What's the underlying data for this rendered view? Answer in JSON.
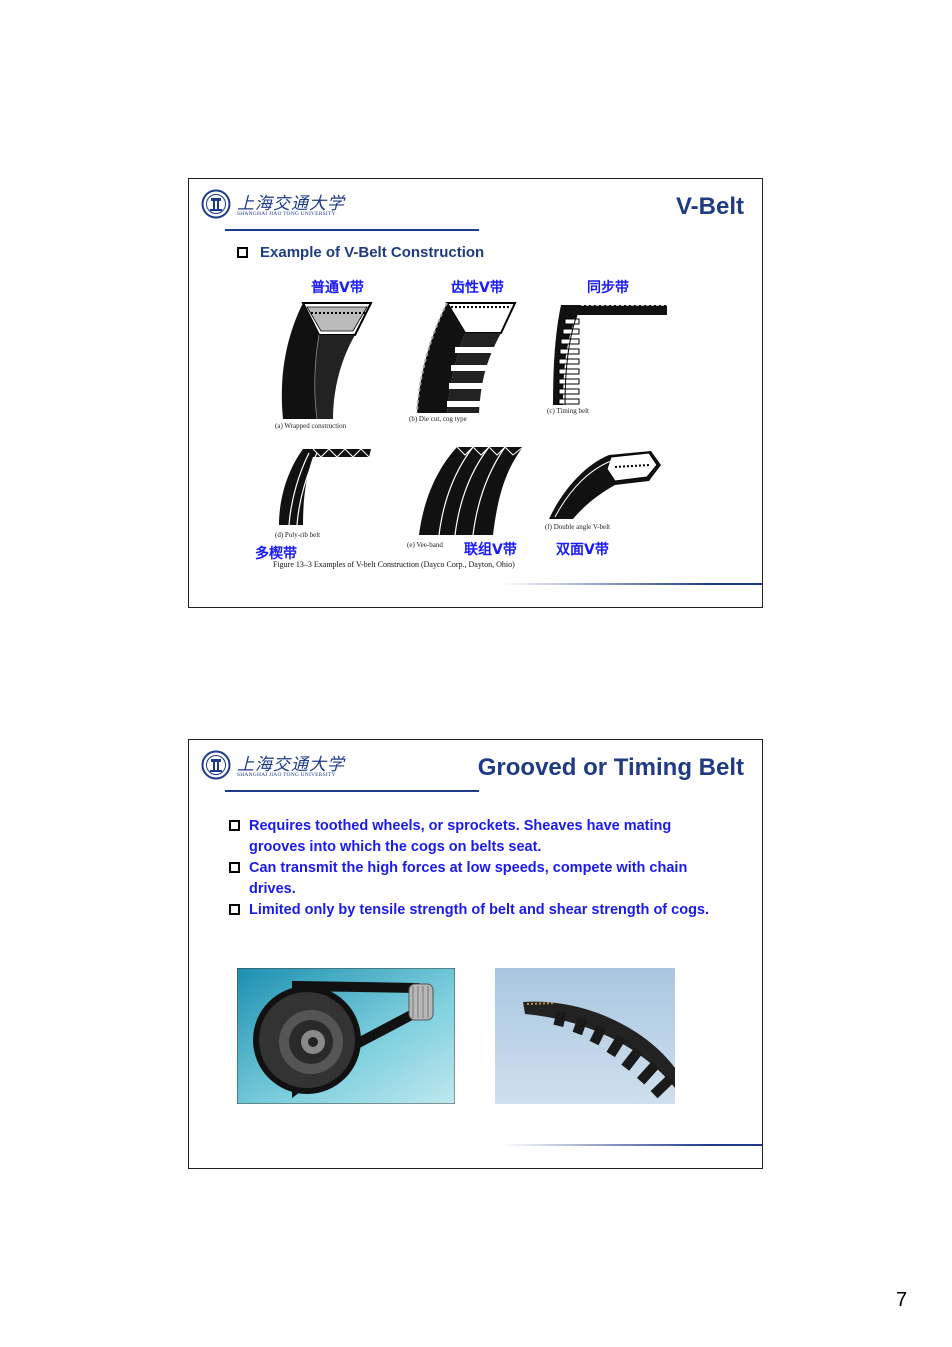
{
  "page_number": "7",
  "university": {
    "name_cn": "上海交通大学",
    "name_en": "SHANGHAI JIAO TONG UNIVERSITY"
  },
  "slide1": {
    "title": "V-Belt",
    "heading": "Example of  V-Belt Construction",
    "cn_labels": {
      "a": "普通V带",
      "b": "齿性V带",
      "c": "同步带",
      "d": "多楔带",
      "e": "联组V带",
      "f": "双面V带"
    },
    "captions": {
      "a": "(a) Wrapped construction",
      "b": "(b) Die cut, cog type",
      "c": "(c) Timing belt",
      "d": "(d) Poly-rib belt",
      "e": "(e) Vee-band",
      "f": "(f) Double angle V-belt"
    },
    "figure_title": "Figure 13–3   Examples of V-belt Construction (Dayco Corp., Dayton, Ohio)"
  },
  "slide2": {
    "title": "Grooved or Timing Belt",
    "bullets": [
      "Requires toothed wheels, or sprockets. Sheaves have mating grooves into which the cogs on belts seat.",
      "Can transmit the high forces at low speeds, compete with chain drives.",
      "Limited only by tensile strength of belt and shear strength of cogs."
    ]
  },
  "colors": {
    "title_blue": "#1f3b82",
    "bullet_blue": "#1a1aee",
    "label_blue": "#1a1aff"
  }
}
